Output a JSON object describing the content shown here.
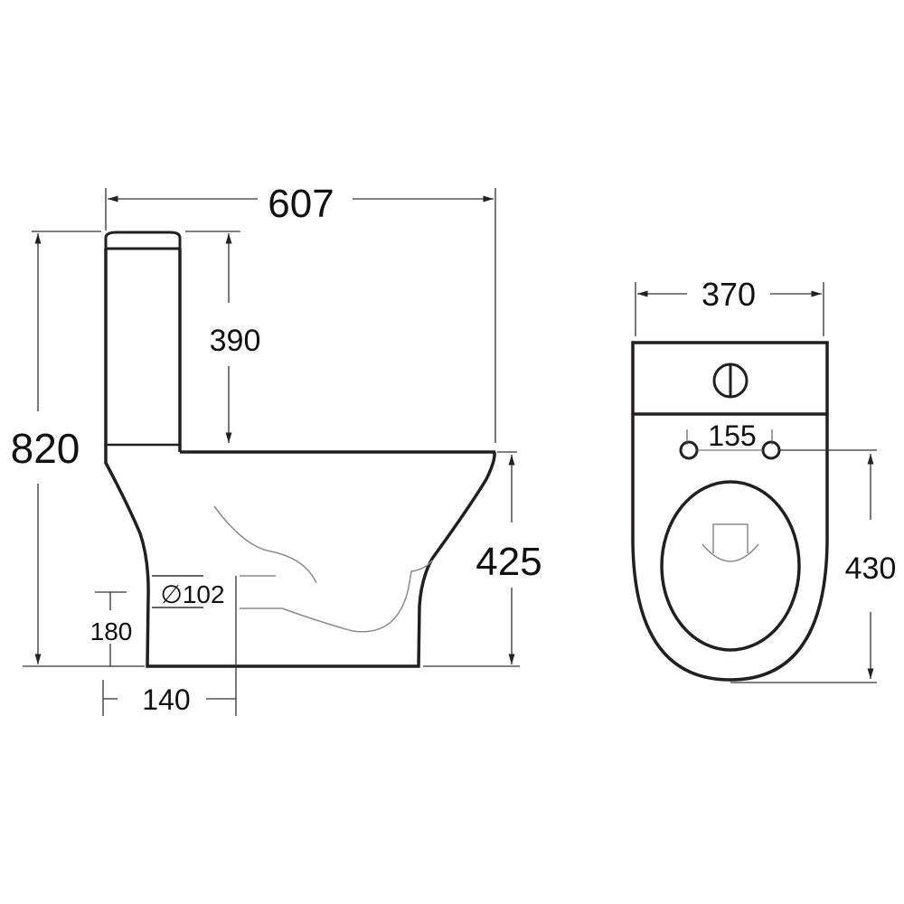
{
  "side_view": {
    "overall_length": "607",
    "overall_height": "820",
    "tank_height": "390",
    "seat_height": "425",
    "outlet_diameter": "∅102",
    "outlet_height": "180",
    "outlet_offset": "140"
  },
  "top_view": {
    "width": "370",
    "fixing_hole_spacing": "155",
    "bowl_depth": "430"
  },
  "colors": {
    "outline": "#231f20",
    "hidden_line": "#8c8c8c",
    "dimension": "#333333"
  }
}
